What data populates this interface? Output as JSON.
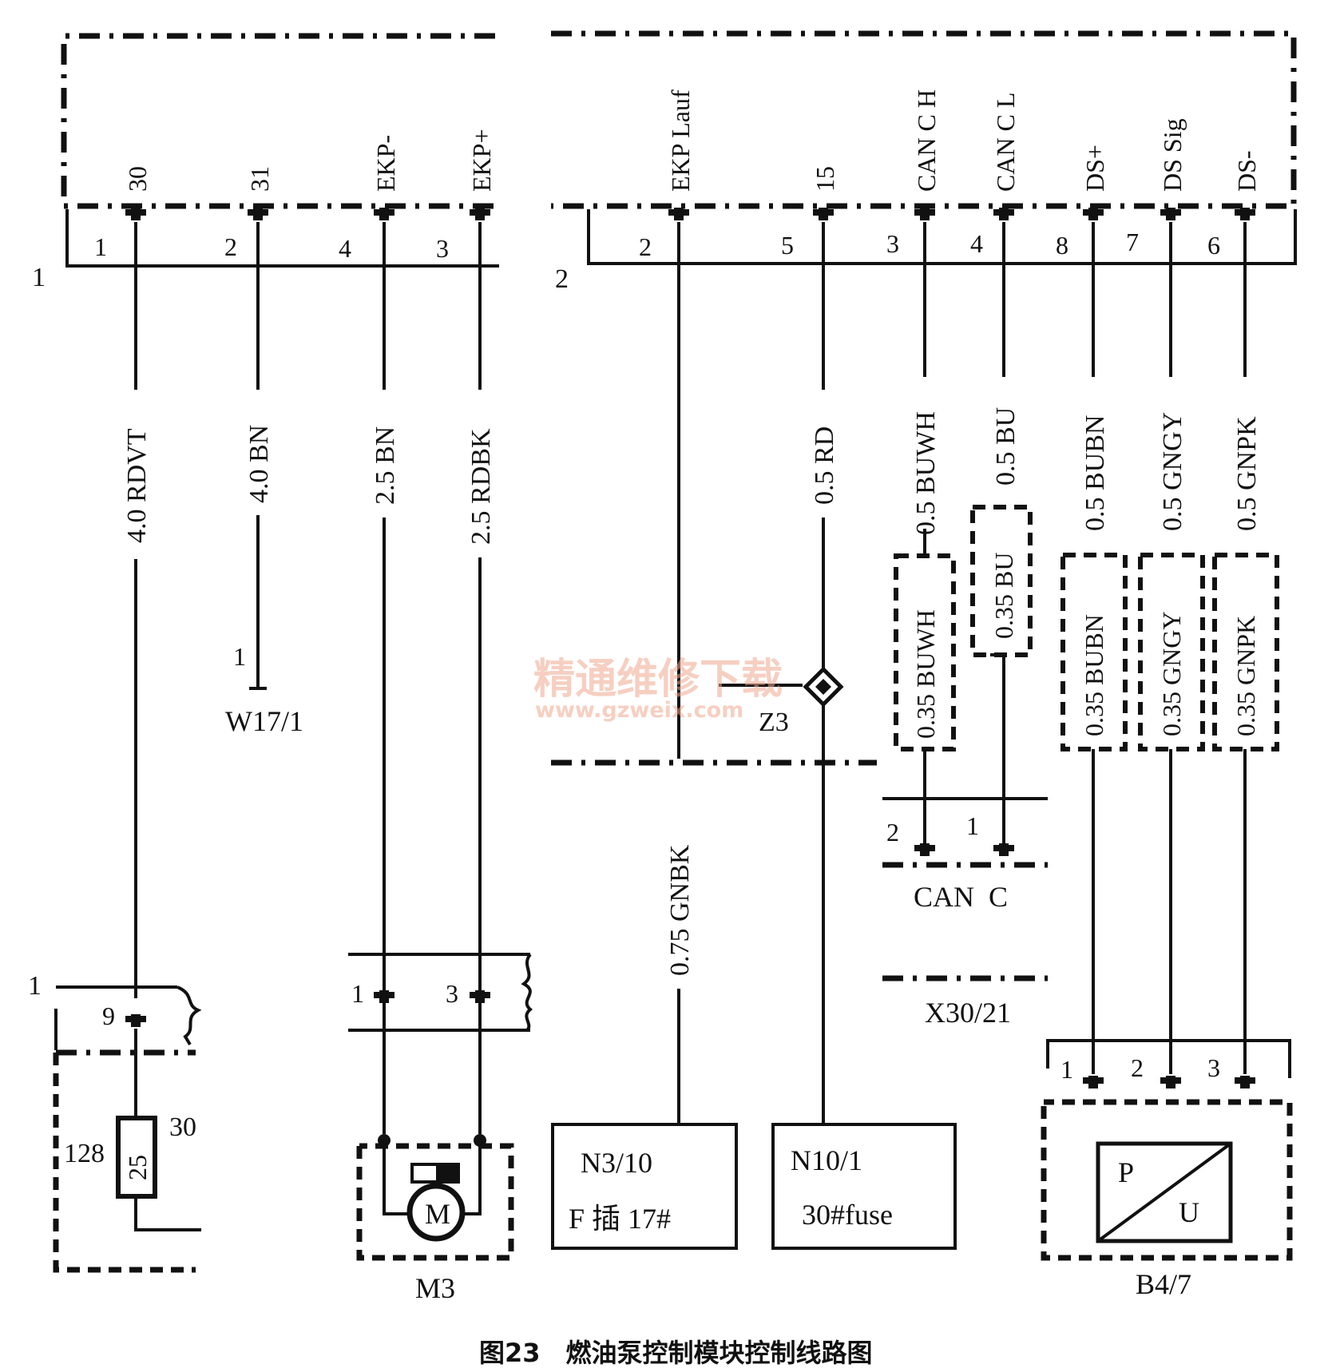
{
  "module_connector_1": {
    "id": "1",
    "pins": [
      {
        "name": "30",
        "num": "1",
        "wire": "4.0 RDVT"
      },
      {
        "name": "31",
        "num": "2",
        "wire": "4.0 BN"
      },
      {
        "name": "EKP-",
        "num": "4",
        "wire": "2.5 BN"
      },
      {
        "name": "EKP+",
        "num": "3",
        "wire": "2.5 RDBK"
      }
    ]
  },
  "module_connector_2": {
    "id": "2",
    "pins": [
      {
        "name": "EKP Lauf",
        "num": "2",
        "wire": "0.75 GNBK"
      },
      {
        "name": "15",
        "num": "5",
        "wire": "0.5 RD"
      },
      {
        "name": "CAN C H",
        "num": "3",
        "wire": "0.5 BUWH",
        "wire2": "0.35 BUWH"
      },
      {
        "name": "CAN C L",
        "num": "4",
        "wire": "0.5 BU",
        "wire2": "0.35 BU"
      },
      {
        "name": "DS+",
        "num": "8",
        "wire": "0.5 BUBN",
        "wire2": "0.35 BUBN"
      },
      {
        "name": "DS Sig",
        "num": "7",
        "wire": "0.5 GNGY",
        "wire2": "0.35 GNGY"
      },
      {
        "name": "DS-",
        "num": "6",
        "wire": "0.5 GNPK",
        "wire2": "0.35 GNPK"
      }
    ]
  },
  "ground": {
    "pin": "1",
    "label": "W17/1"
  },
  "fuse": {
    "connector": "1",
    "pin": "9",
    "left_label": "128",
    "value": "25",
    "right_label": "30"
  },
  "pump_connector": {
    "pins": [
      "1",
      "3"
    ],
    "label": "M3",
    "motor": "M"
  },
  "splice": {
    "label": "Z3"
  },
  "can_connector": {
    "pins": [
      "2",
      "1"
    ],
    "label": "CAN  C",
    "bus": "X30/21"
  },
  "box_n3": {
    "line1": "N3/10",
    "line2": "F 插 17#"
  },
  "box_n10": {
    "line1": "N10/1",
    "line2": "30#fuse"
  },
  "sensor": {
    "pins": [
      "1",
      "2",
      "3"
    ],
    "p": "P",
    "u": "U",
    "label": "B4/7"
  },
  "watermark": {
    "line1": "精通维修下载",
    "line2": "www.gzweix.com"
  },
  "caption": "图23　燃油泵控制模块控制线路图"
}
